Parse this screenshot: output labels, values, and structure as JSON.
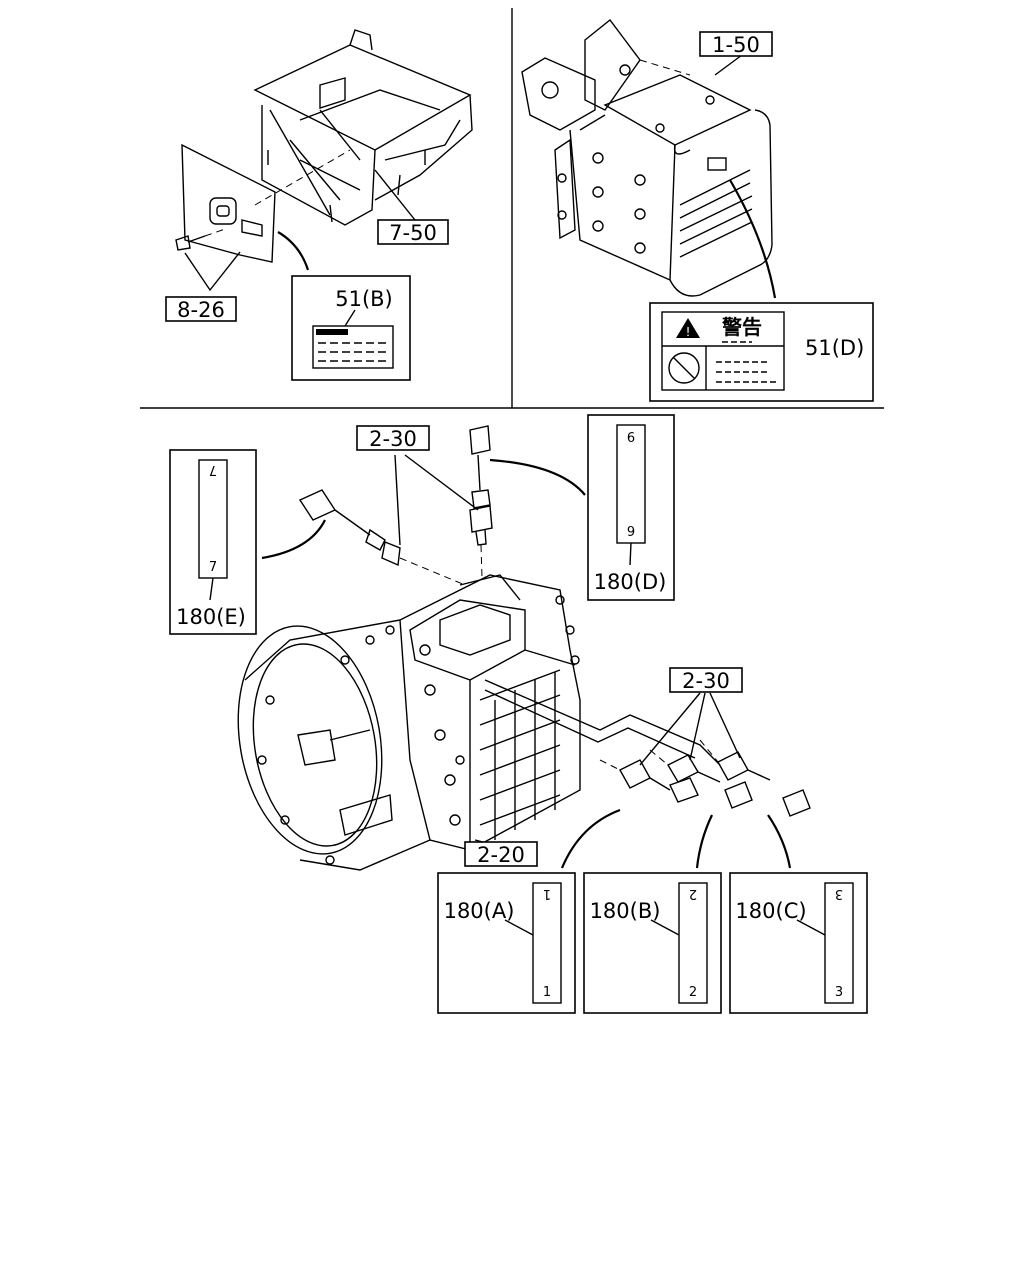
{
  "callouts": {
    "c1_50": "1-50",
    "c7_50": "7-50",
    "c8_26": "8-26",
    "c2_30_top": "2-30",
    "c2_30_right": "2-30",
    "c2_20": "2-20"
  },
  "labels": {
    "l51b": "51(B)",
    "l51d": "51(D)",
    "l180a": "180(A)",
    "l180b": "180(B)",
    "l180c": "180(C)",
    "l180d": "180(D)",
    "l180e": "180(E)"
  },
  "warning": {
    "title": "警告"
  },
  "tags": {
    "a_top": "1",
    "a_bottom": "1",
    "b_top": "2",
    "b_bottom": "2",
    "c_top": "3",
    "c_bottom": "3",
    "d_top": "9",
    "d_bottom": "9",
    "e_top": "7",
    "e_bottom": "7"
  }
}
